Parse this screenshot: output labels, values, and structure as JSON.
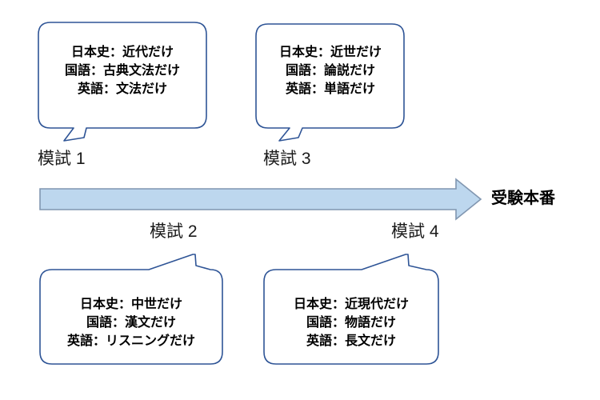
{
  "diagram": {
    "title_text": "",
    "colors": {
      "bubble_stroke": "#2e5496",
      "bubble_fill": "#ffffff",
      "arrow_fill": "#bdd7ee",
      "arrow_stroke": "#8096b0",
      "text": "#000000",
      "label_text": "#1a1a1a",
      "background": "#ffffff"
    },
    "timeline": {
      "arrow_name": "timeline-arrow",
      "exam_day_label": "受験本番",
      "milestones": [
        {
          "label": "模試 1",
          "position": "above-left"
        },
        {
          "label": "模試 2",
          "position": "below-left"
        },
        {
          "label": "模試 3",
          "position": "above-right"
        },
        {
          "label": "模試 4",
          "position": "below-right"
        }
      ]
    },
    "callouts": [
      {
        "id": "callout-1",
        "attached_to": "模試 1",
        "side": "top",
        "lines": [
          "日本史：近代だけ",
          "国語：古典文法だけ",
          "英語：文法だけ"
        ]
      },
      {
        "id": "callout-2",
        "attached_to": "模試 3",
        "side": "top",
        "lines": [
          "日本史：近世だけ",
          "国語：論説だけ",
          "英語：単語だけ"
        ]
      },
      {
        "id": "callout-3",
        "attached_to": "模試 2",
        "side": "bottom",
        "lines": [
          "日本史：中世だけ",
          "国語：漢文だけ",
          "英語：リスニングだけ"
        ]
      },
      {
        "id": "callout-4",
        "attached_to": "模試 4",
        "side": "bottom",
        "lines": [
          "日本史：近現代だけ",
          "国語：物語だけ",
          "英語：長文だけ"
        ]
      }
    ]
  }
}
